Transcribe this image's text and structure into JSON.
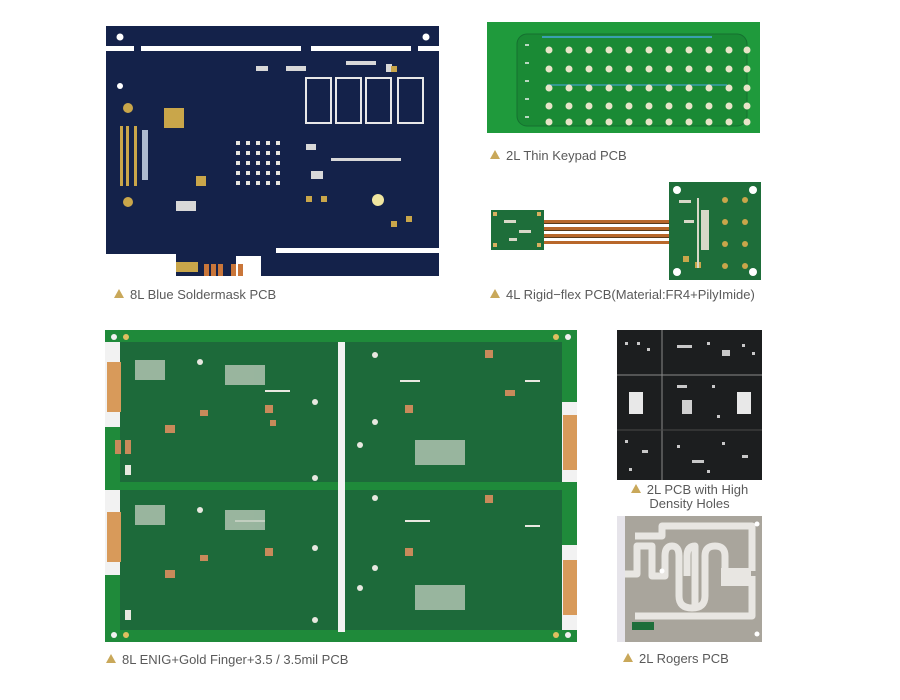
{
  "page": {
    "accent_color": "#c9a85a",
    "caption_color": "#5a5a5a"
  },
  "products": [
    {
      "id": "blue-soldermask",
      "caption": "8L Blue Soldermask PCB",
      "icon": "triangle-bullet-icon",
      "board_color": "#14224a"
    },
    {
      "id": "thin-keypad",
      "caption": "2L Thin Keypad PCB",
      "icon": "triangle-bullet-icon",
      "board_color": "#1f9a3c"
    },
    {
      "id": "rigid-flex",
      "caption": "4L Rigid−flex PCB(Material:FR4+PilyImide)",
      "icon": "triangle-bullet-icon",
      "board_color": "#1e6e3a",
      "flex_color": "#b8672a"
    },
    {
      "id": "enig-gold-finger",
      "caption": "8L  ENIG+Gold Finger+3.5 / 3.5mil PCB",
      "icon": "triangle-bullet-icon",
      "board_color": "#1d6a3a"
    },
    {
      "id": "high-density-holes",
      "caption_line1": "2L  PCB with High",
      "caption_line2": "Density Holes",
      "icon": "triangle-bullet-icon",
      "board_color": "#1c1e1f"
    },
    {
      "id": "rogers",
      "caption": "2L  Rogers PCB",
      "icon": "triangle-bullet-icon",
      "board_color": "#a9a59c"
    }
  ]
}
